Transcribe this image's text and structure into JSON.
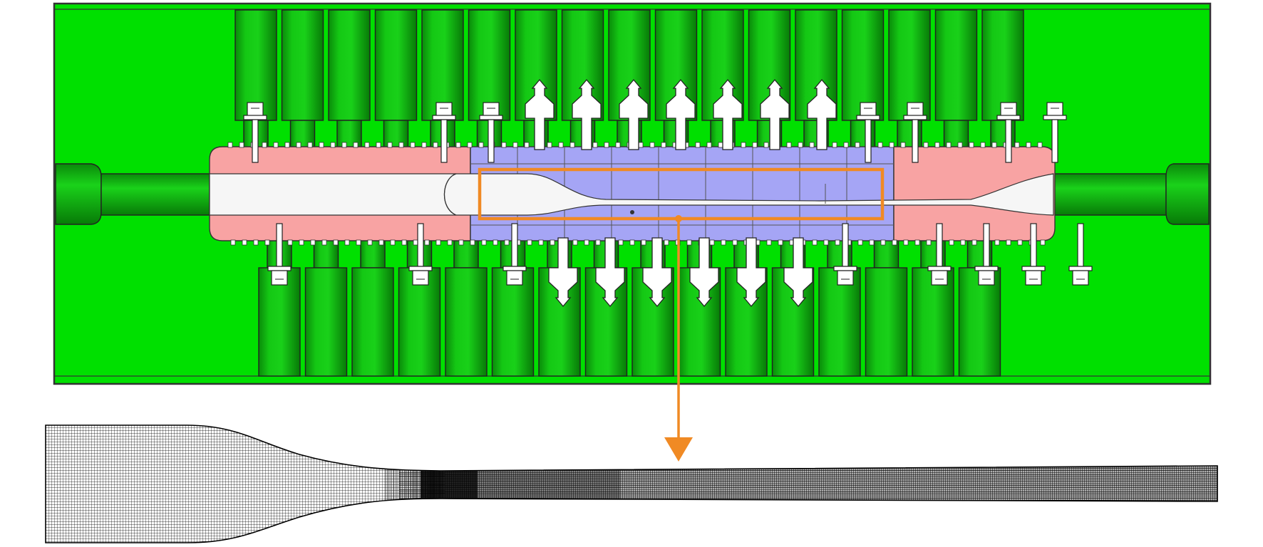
{
  "figure": {
    "title": "",
    "colors": {
      "tool_green": "#12c012",
      "background_green": "#00e000",
      "frame_stroke": "#333333",
      "end_section": "#f8a3a3",
      "mid_section": "#a5a5f5",
      "channel_white": "#f6f6f6",
      "highlight_box": "#f08a24",
      "mesh": "#000000"
    },
    "parts": [
      {
        "name": "upper-cylinder-bank",
        "icon": "cylinder-icon",
        "count": 17
      },
      {
        "name": "lower-cylinder-bank",
        "icon": "cylinder-icon",
        "count": 16
      },
      {
        "name": "upper-pressure-pins",
        "icon": "arrow-pin-icon",
        "count": 7
      },
      {
        "name": "lower-pressure-pins",
        "icon": "arrow-pin-icon",
        "count": 6
      },
      {
        "name": "upper-bolts",
        "icon": "bolt-icon",
        "count": 7
      },
      {
        "name": "lower-bolts",
        "icon": "bolt-icon",
        "count": 8
      },
      {
        "name": "left-end-rod",
        "icon": "rod-icon"
      },
      {
        "name": "right-end-rod",
        "icon": "rod-icon"
      },
      {
        "name": "hollow-channel-mesh",
        "icon": "mesh-icon"
      }
    ]
  }
}
